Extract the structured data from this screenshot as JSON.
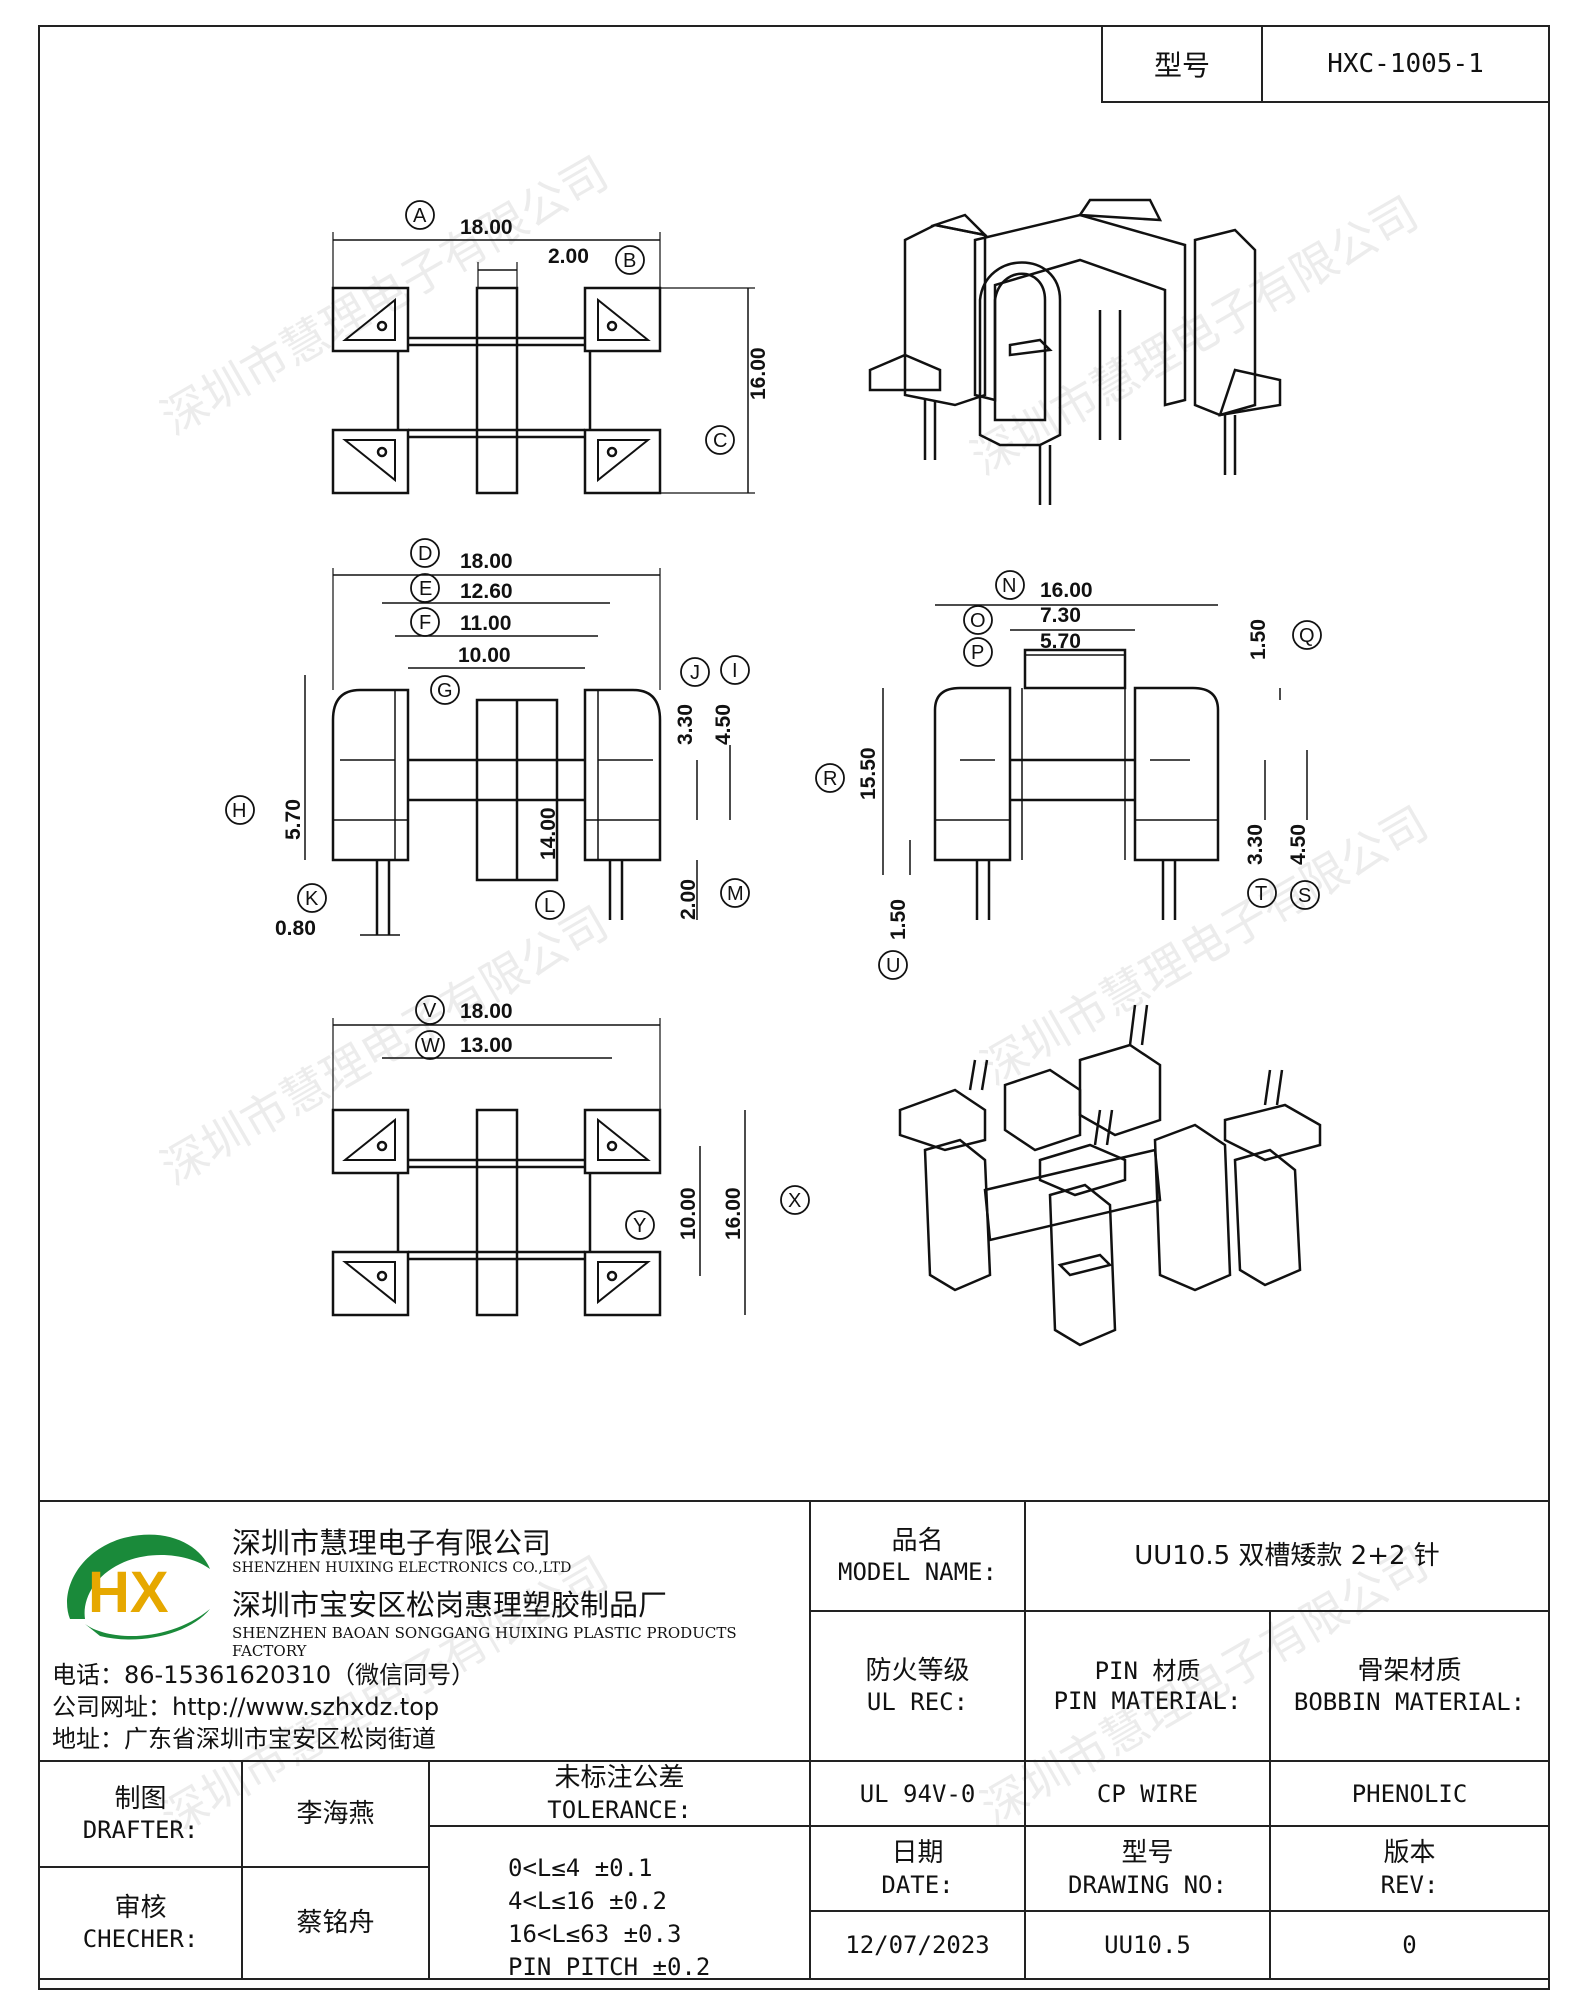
{
  "header": {
    "model_label": "型号",
    "model_value": "HXC-1005-1"
  },
  "watermark": "深圳市慧理电子有限公司",
  "dimensions": {
    "A": "18.00",
    "B": "2.00",
    "C": "16.00",
    "D": "18.00",
    "E": "12.60",
    "F": "11.00",
    "G": "10.00",
    "H": "5.70",
    "I": "4.50",
    "J": "3.30",
    "K": "0.80",
    "L": "14.00",
    "M": "2.00",
    "N": "16.00",
    "O": "7.30",
    "P": "5.70",
    "Q": "1.50",
    "R": "15.50",
    "S": "4.50",
    "T": "3.30",
    "U": "1.50",
    "V": "18.00",
    "W": "13.00",
    "X": "16.00",
    "Y": "10.00"
  },
  "company": {
    "logo_text": "HX",
    "name_cn": "深圳市慧理电子有限公司",
    "name_en": "SHENZHEN HUIXING ELECTRONICS CO.,LTD",
    "factory_cn": "深圳市宝安区松岗惠理塑胶制品厂",
    "factory_en": "SHENZHEN BAOAN SONGGANG HUIXING PLASTIC PRODUCTS FACTORY",
    "phone": "电话：86-15361620310（微信同号）",
    "website": "公司网址：http://www.szhxdz.top",
    "address": "地址：广东省深圳市宝安区松岗街道"
  },
  "title_block": {
    "model_name_cn": "品名",
    "model_name_en": "MODEL NAME:",
    "model_name_value": "UU10.5 双槽矮款 2+2 针",
    "ul_cn": "防火等级",
    "ul_en": "UL REC:",
    "pin_cn": "PIN 材质",
    "pin_en": "PIN MATERIAL:",
    "bobbin_cn": "骨架材质",
    "bobbin_en": "BOBBIN MATERIAL:",
    "ul_value": "UL 94V-0",
    "pin_value": "CP WIRE",
    "bobbin_value": "PHENOLIC",
    "drafter_cn": "制图",
    "drafter_en": "DRAFTER:",
    "drafter_name": "李海燕",
    "checker_cn": "审核",
    "checker_en": "CHECHER:",
    "checker_name": "蔡铭舟",
    "tolerance_cn": "未标注公差",
    "tolerance_en": "TOLERANCE:",
    "tolerances": [
      "0<L≤4  ±0.1",
      "4<L≤16 ±0.2",
      "16<L≤63 ±0.3",
      "PIN PITCH ±0.2"
    ],
    "date_cn": "日期",
    "date_en": "DATE:",
    "date_value": "12/07/2023",
    "drawing_cn": "型号",
    "drawing_en": "DRAWING NO:",
    "drawing_value": "UU10.5",
    "rev_cn": "版本",
    "rev_en": "REV:",
    "rev_value": "0"
  }
}
